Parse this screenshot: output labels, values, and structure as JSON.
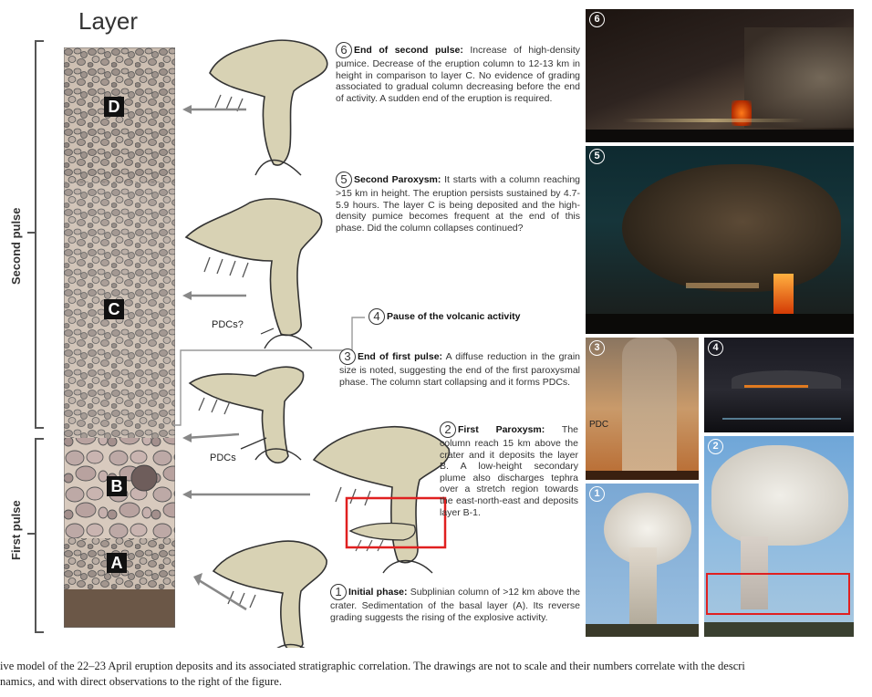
{
  "layer_title": "Layer",
  "brackets": {
    "second_pulse": "Second pulse",
    "first_pulse": "First pulse"
  },
  "layers": [
    "D",
    "C",
    "B",
    "A"
  ],
  "pdc_labels": {
    "pdc_q": "PDCs?",
    "pdcs": "PDCs"
  },
  "phases": [
    {
      "num": "6",
      "title": "End of second pulse:",
      "text": "Increase of high-density pumice. Decrease of the eruption column to 12-13 km in height in comparison to layer C. No evidence of grading associated to gradual column decreasing before the end of activity. A sudden end of the eruption is required."
    },
    {
      "num": "5",
      "title": "Second Paroxysm:",
      "text": "It starts with a column reaching >15 km in height. The eruption persists sustained by 4.7-5.9 hours. The layer C is being deposited and the high-density pumice becomes frequent at the end of this phase. Did the column collapses continued?"
    },
    {
      "num": "4",
      "title": "Pause  of the volcanic activity",
      "text": ""
    },
    {
      "num": "3",
      "title": "End of first pulse:",
      "text": "A diffuse reduction in the grain size is noted, suggesting the end of the first paroxysmal phase. The column start collapsing and it forms PDCs."
    },
    {
      "num": "2",
      "title": "First Paroxysm:",
      "text": "The column reach 15 km above the crater and it deposits the layer B. A low-height secondary plume also discharges tephra over a stretch region towards the east-north-east and deposits layer B-1."
    },
    {
      "num": "1",
      "title": "Initial phase:",
      "text": "Subplinian column of >12 km above the crater. Sedimentation of the basal layer (A). Its reverse grading suggests the rising of the explosive activity."
    }
  ],
  "photos": {
    "p6": "6",
    "p5": "5",
    "p3": "3",
    "p4": "4",
    "p2": "2",
    "p1": "1",
    "pdc": "PDC"
  },
  "caption": {
    "line1": "ive model of the 22–23 April eruption deposits and its associated stratigraphic correlation. The drawings are not to scale and their numbers correlate with the descri",
    "line2": "namics, and with direct observations to the right of the figure."
  },
  "colors": {
    "highlight": "#e02020",
    "plume": "#d8d2b4",
    "column_bg": "#c9bfb3"
  }
}
